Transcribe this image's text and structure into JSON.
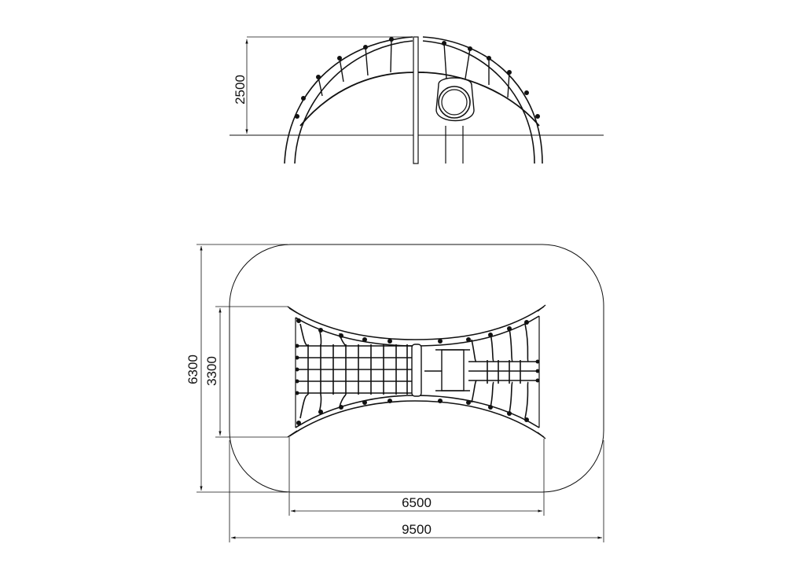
{
  "dimensions": {
    "height": "2500",
    "total_width": "9500",
    "frame_width": "6500",
    "total_depth": "6300",
    "frame_depth": "3300"
  }
}
